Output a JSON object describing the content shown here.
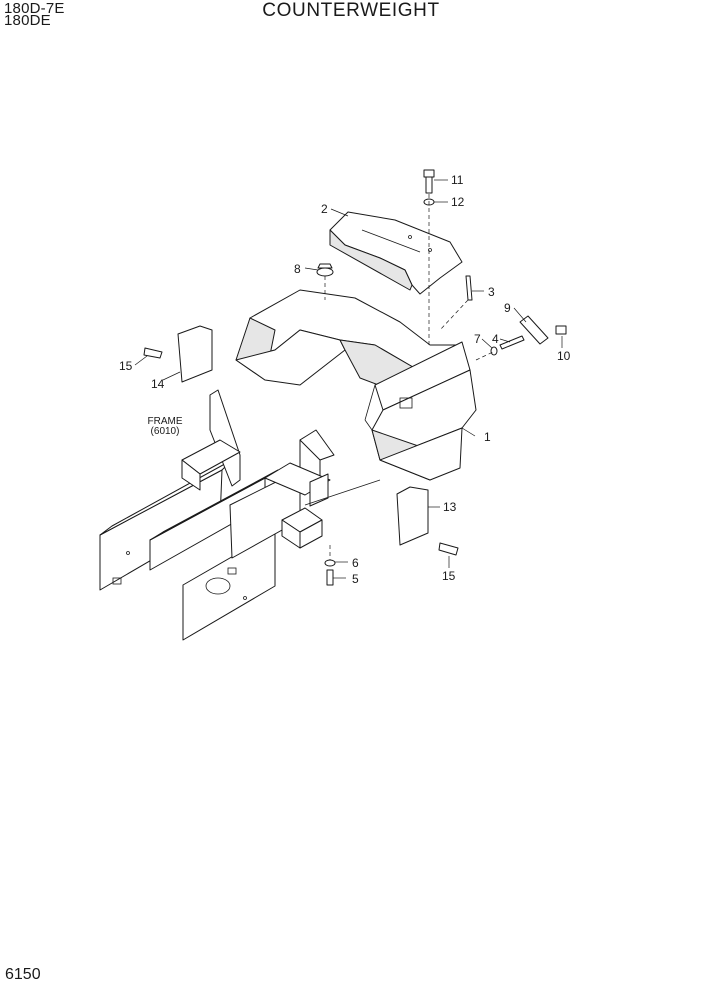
{
  "header": {
    "model_line1": "180D-7E",
    "model_line2": "180DE",
    "title": "COUNTERWEIGHT"
  },
  "footer": {
    "page_number": "6150"
  },
  "diagram": {
    "frame_label_line1": "FRAME",
    "frame_label_line2": "(6010)",
    "callouts": [
      "1",
      "2",
      "3",
      "4",
      "5",
      "6",
      "7",
      "8",
      "9",
      "10",
      "11",
      "12",
      "13",
      "14",
      "15",
      "15"
    ]
  }
}
